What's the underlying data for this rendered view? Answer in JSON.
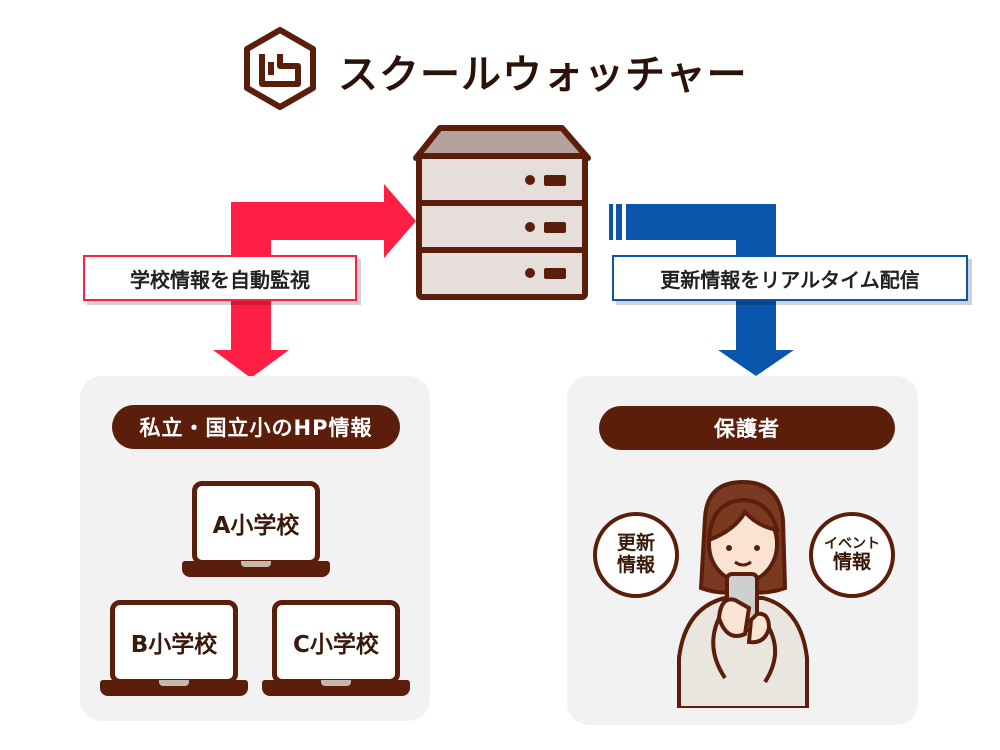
{
  "title": "スクールウォッチャー",
  "logo": {
    "icon": "school-watcher-logo-icon"
  },
  "server": {
    "icon": "server-rack-icon"
  },
  "left_label": "学校情報を自動監視",
  "right_label": "更新情報をリアルタイム配信",
  "left_panel": {
    "title": "私立・国立小のHP情報",
    "laptops": [
      "A小学校",
      "B小学校",
      "C小学校"
    ]
  },
  "right_panel": {
    "title": "保護者",
    "bubble_update": {
      "line1": "更新",
      "line2": "情報"
    },
    "bubble_event": {
      "line1": "イベント",
      "line2": "情報"
    }
  },
  "colors": {
    "brown": "#5a1e0a",
    "red": "#ff1f45",
    "blue": "#0a56ad",
    "panel_bg": "#f2f2f2",
    "server_body": "#e6dedb"
  }
}
